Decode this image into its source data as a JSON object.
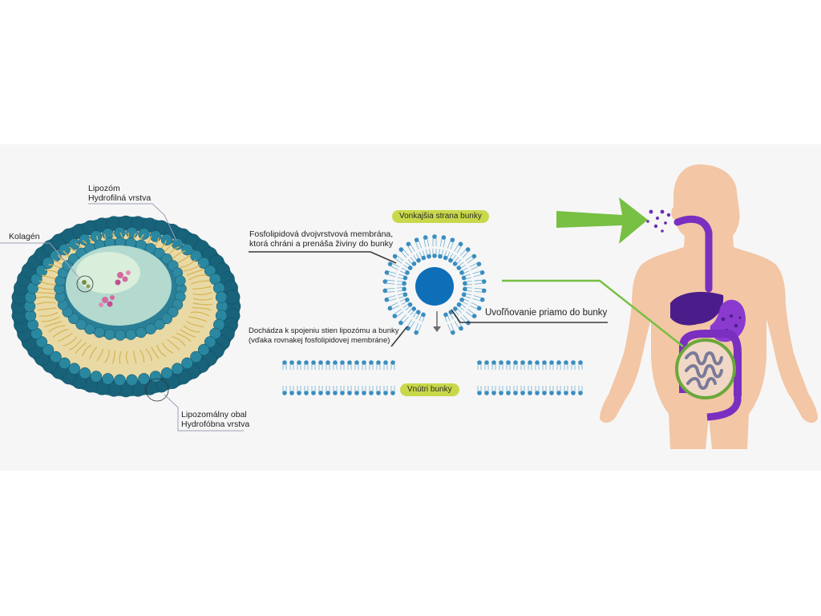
{
  "labels": {
    "liposome_title": "Lipozóm",
    "liposome_subtitle": "Hydrofilná vrstva",
    "collagen": "Kolagén",
    "shell_title": "Lipozomálny obal",
    "shell_subtitle": "Hydrofóbna vrstva",
    "outside_cell": "Vonkajšia strana bunky",
    "inside_cell": "Vnútri bunky",
    "membrane_line1": "Fosfolipidová dvojvrstvová membrána,",
    "membrane_line2": "ktorá chráni a prenáša živiny do bunky",
    "release": "Uvoľňovanie priamo do bunky",
    "fusion_line1": "Dochádza k spojeniu stien lipozómu a bunky",
    "fusion_line2": "(vďaka rovnakej fosfolipidovej membráne)"
  },
  "colors": {
    "band": "#f6f6f6",
    "liposome_outer": "#1d6e86",
    "liposome_inner": "#7fb8c4",
    "lipid_tail": "#d6b65a",
    "membrane_head": "#3a8dbf",
    "core": "#0e6fb8",
    "pill": "#c8d84a",
    "arrow": "#77c043",
    "skin": "#f3c6a5",
    "digestive": "#7a2fc0",
    "liver": "#4b1d8a",
    "leader_line": "#3a3a3a"
  },
  "icons": {
    "arrow": "green-arrow-icon",
    "body": "human-body-icon"
  }
}
